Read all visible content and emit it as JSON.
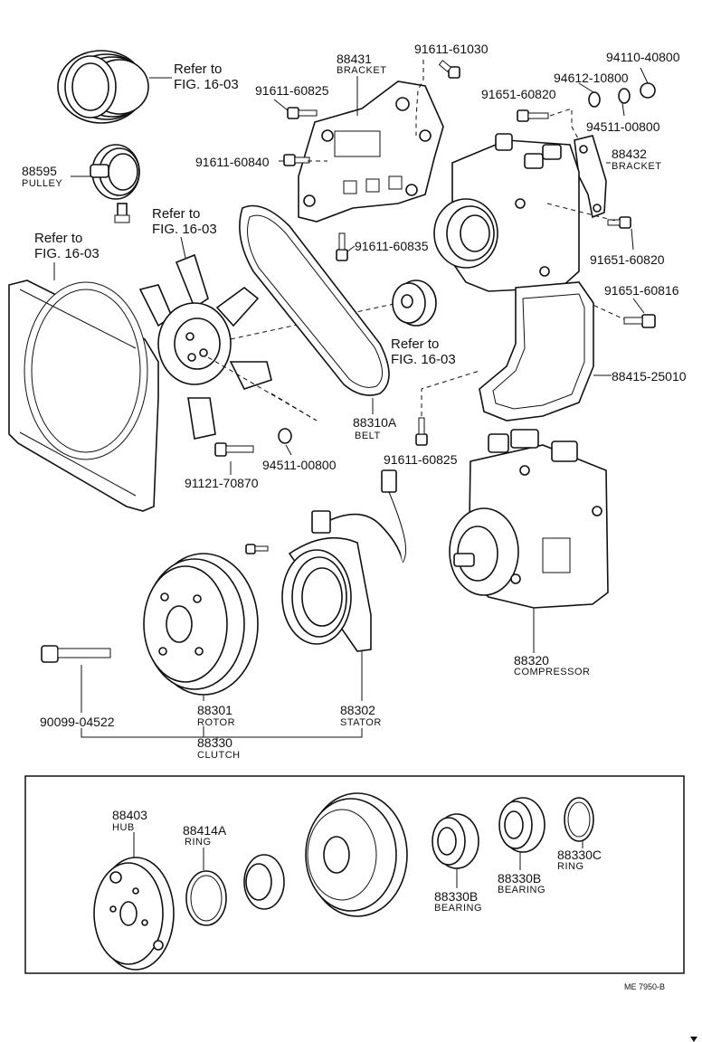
{
  "labels": {
    "ref_pulley_cover": "Refer to\nFIG. 16-03",
    "p88431": "88431",
    "p88431_name": "BRACKET",
    "p91611_61030": "91611-61030",
    "p94110_40800": "94110-40800",
    "p94612_10800": "94612-10800",
    "p91611_60825_top": "91611-60825",
    "p91651_60820_top": "91651-60820",
    "p94511_00800_top": "94511-00800",
    "p88432": "88432",
    "p88432_name": "BRACKET",
    "p88595": "88595",
    "p88595_name": "PULLEY",
    "p91611_60840": "91611-60840",
    "ref_fan": "Refer to\nFIG. 16-03",
    "ref_shroud": "Refer to\nFIG. 16-03",
    "p91611_60835": "91611-60835",
    "p91651_60820_mid": "91651-60820",
    "p91651_60816": "91651-60816",
    "ref_idler": "Refer to\nFIG. 16-03",
    "p88415_25010": "88415-25010",
    "p88310A": "88310A",
    "p88310A_name": "BELT",
    "p91611_60825_mid": "91611-60825",
    "p94511_00800_mid": "94511-00800",
    "p91121_70870": "91121-70870",
    "p88320": "88320",
    "p88320_name": "COMPRESSOR",
    "p90099_04522": "90099-04522",
    "p88301": "88301",
    "p88301_name": "ROTOR",
    "p88302": "88302",
    "p88302_name": "STATOR",
    "p88330": "88330",
    "p88330_name": "CLUTCH",
    "p88403": "88403",
    "p88403_name": "HUB",
    "p88414A": "88414A",
    "p88414A_name": "RING",
    "p88330B_1": "88330B",
    "p88330B_1_name": "BEARING",
    "p88330B_2": "88330B",
    "p88330B_2_name": "BEARING",
    "p88330C": "88330C",
    "p88330C_name": "RING",
    "figure_code": "ME 7950-B"
  }
}
